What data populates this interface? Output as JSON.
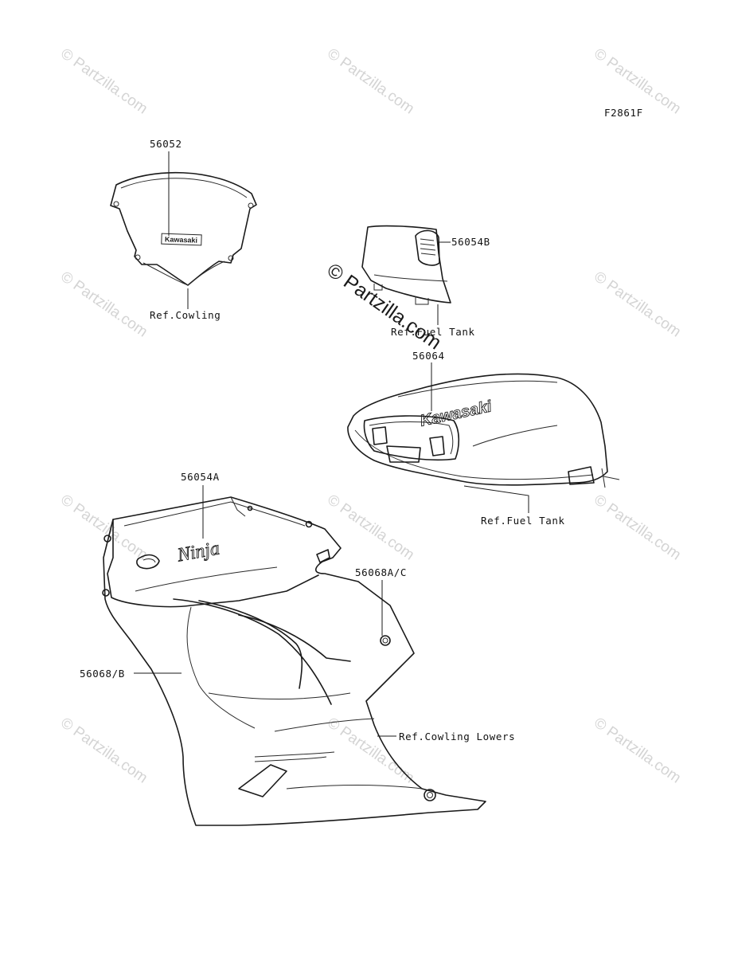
{
  "figure_code": "F2861F",
  "watermark_text": "© Partzilla.com",
  "callouts": {
    "windshield_part": "56052",
    "windshield_ref": "Ref.Cowling",
    "tank_front_part": "56054B",
    "tank_front_ref": "Ref.Fuel Tank",
    "tank_part": "56064",
    "tank_ref": "Ref.Fuel Tank",
    "cowl_ninja_part": "56054A",
    "cowl_stripe_part": "56068A/C",
    "cowl_lower_part": "56068/B",
    "cowl_lower_ref": "Ref.Cowling Lowers"
  },
  "decal_text": {
    "windshield_logo": "Kawasaki",
    "tank_logo": "Kawasaki",
    "cowl_logo": "Ninja"
  },
  "colors": {
    "line": "#1a1a1a",
    "watermark": "#d4d4d4"
  }
}
